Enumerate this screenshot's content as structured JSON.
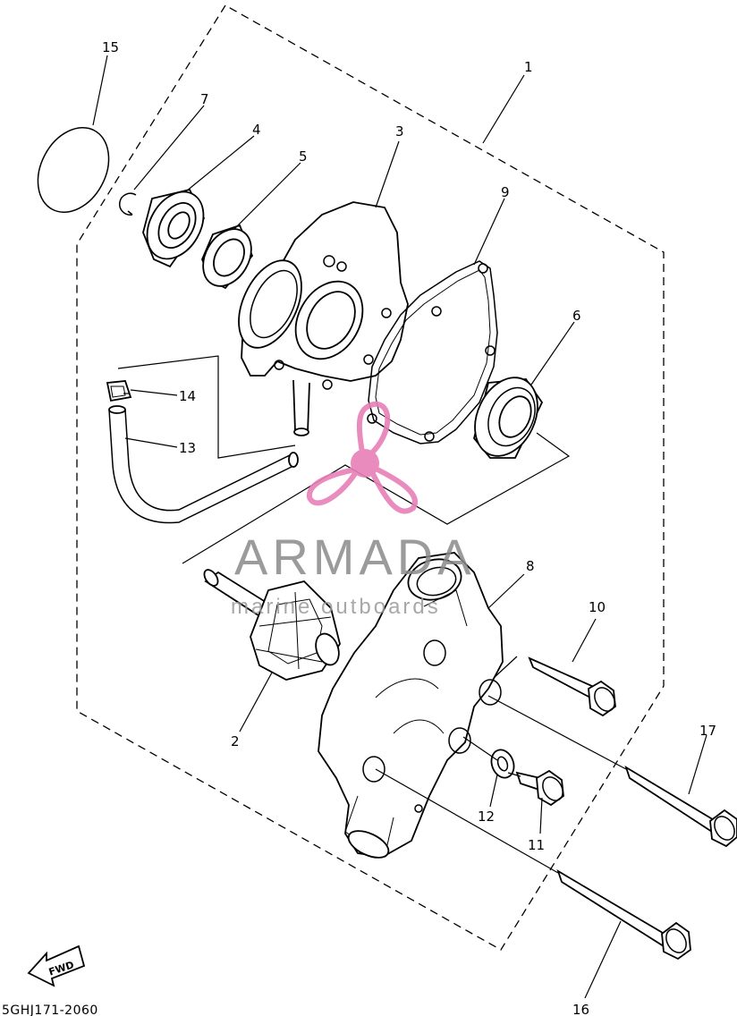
{
  "diagram": {
    "part_code": "5GHJ171-2060",
    "fwd_label": "FWD",
    "callouts": {
      "p1": "1",
      "p2": "2",
      "p3": "3",
      "p4": "4",
      "p5": "5",
      "p6": "6",
      "p7": "7",
      "p8": "8",
      "p9": "9",
      "p10": "10",
      "p11": "11",
      "p12": "12",
      "p13": "13",
      "p14": "14",
      "p15": "15",
      "p16": "16",
      "p17": "17"
    }
  },
  "watermark": {
    "title": "ARMADA",
    "subtitle": "marine outboards",
    "logo_color": "#e87fb8"
  }
}
